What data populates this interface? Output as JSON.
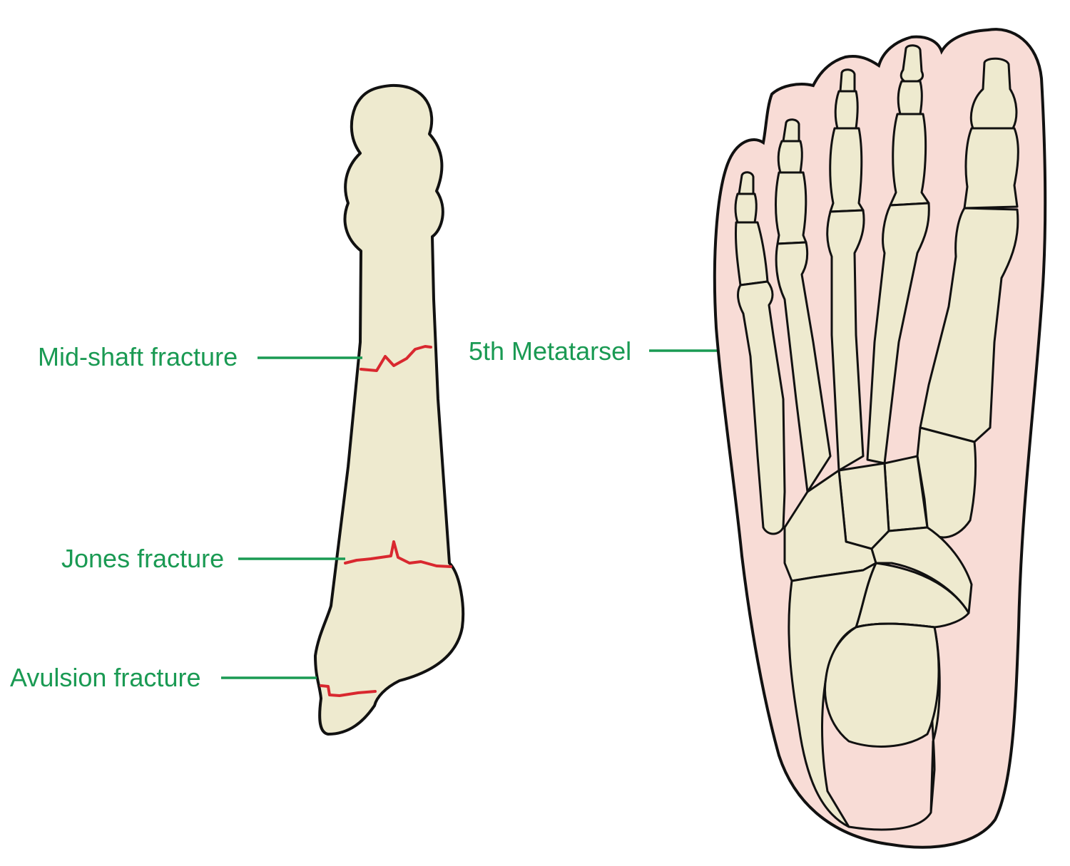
{
  "labels": {
    "mid_shaft": "Mid-shaft fracture",
    "jones": "Jones fracture",
    "avulsion": "Avulsion fracture",
    "fifth_metatarsal": "5th Metatarsel"
  },
  "colors": {
    "label_and_leader": "#1a9a53",
    "fracture_line": "#d9282f",
    "bone_fill": "#eeeacf",
    "skin_fill": "#f8dcd6",
    "outline": "#111111"
  }
}
